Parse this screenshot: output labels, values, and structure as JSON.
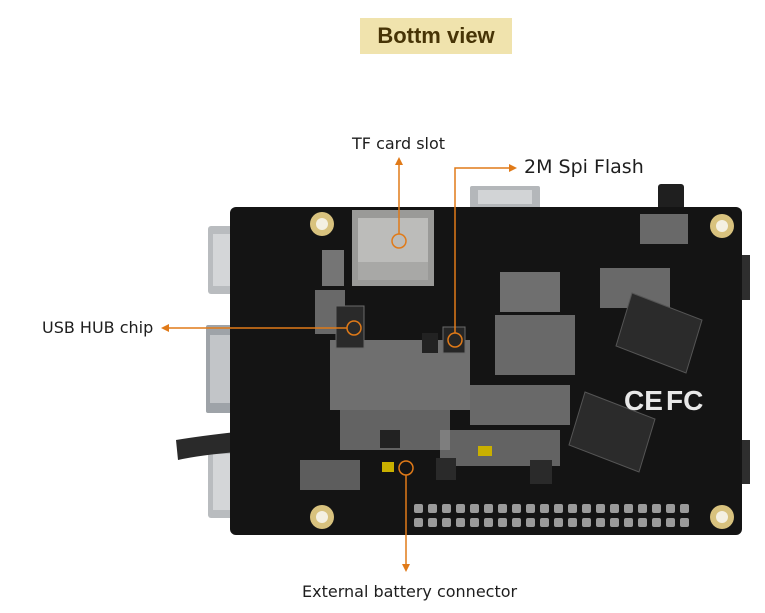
{
  "title": "Bottm view",
  "callouts": {
    "tf_card_slot": "TF card slot",
    "spi_flash": "2M Spi Flash",
    "usb_hub_chip": "USB HUB chip",
    "battery_connector": "External battery connector"
  },
  "board_markings": {
    "ce": "CE",
    "fcc": "FC"
  },
  "colors": {
    "title_bg": "#f0e3ad",
    "title_text": "#473406",
    "callout_accent": "#e07a18",
    "board": "#141414",
    "silkscreen": "#8d8d8d",
    "mount_hole_ring": "#d8c27e"
  }
}
